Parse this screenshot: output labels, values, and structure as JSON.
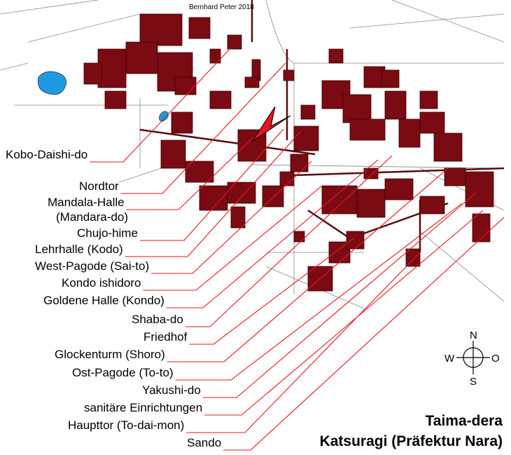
{
  "credit": "Bernhard Peter 2018",
  "title": {
    "line1": "Taima-dera",
    "line2": "Katsuragi (Präfektur Nara)"
  },
  "compass": {
    "n": "N",
    "s": "S",
    "w": "W",
    "o": "O"
  },
  "labels": [
    "Kobo-Daishi-do",
    "Nordtor",
    "Mandala-Halle",
    "(Mandara-do)",
    "Chujo-hime",
    "Lehrhalle (Kodo)",
    "West-Pagode (Sai-to)",
    "Kondo ishidoro",
    "Goldene Halle (Kondo)",
    "Shaba-do",
    "Friedhof",
    "Glockenturm (Shoro)",
    "Ost-Pagode (To-to)",
    "Yakushi-do",
    "sanitäre Einrichtungen",
    "Haupttor (To-dai-mon)",
    "Sando"
  ],
  "colors": {
    "building": "#7a0b12",
    "leader": "#e8141e",
    "pond": "#1e9be0"
  }
}
